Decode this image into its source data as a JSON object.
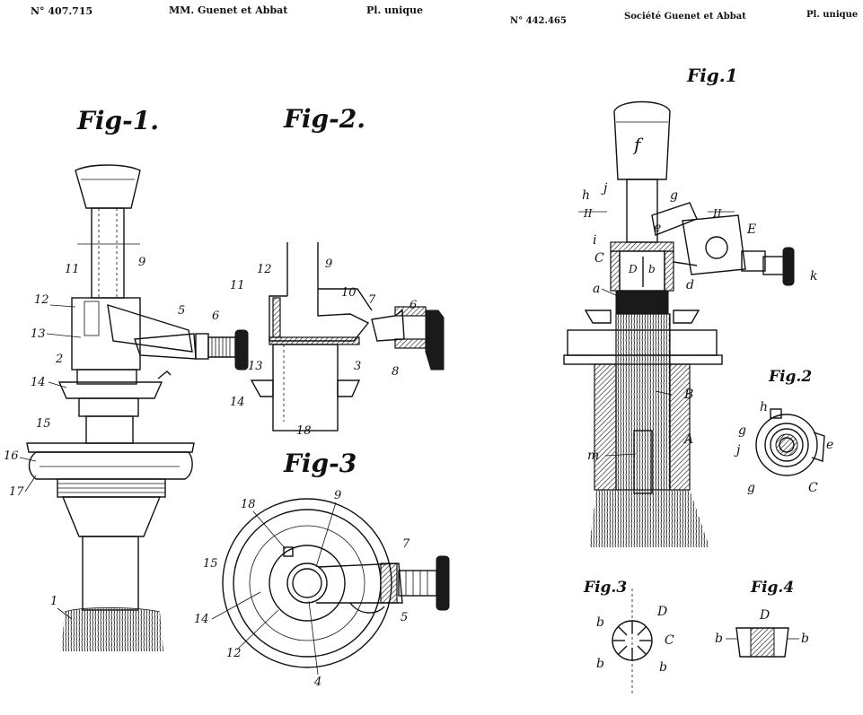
{
  "left_sheet": {
    "patent_number": "N° 407.715",
    "applicants": "MM. Guenet et Abbat",
    "plate": "Pl. unique",
    "figures": [
      {
        "label": "Fig-1."
      },
      {
        "label": "Fig-2."
      },
      {
        "label": "Fig-3"
      }
    ],
    "fig1_callouts": [
      "11",
      "9",
      "12",
      "5",
      "6",
      "13",
      "2",
      "14",
      "15",
      "16",
      "17",
      "1"
    ],
    "fig2_callouts": [
      "12",
      "9",
      "11",
      "10",
      "7",
      "6",
      "13",
      "3",
      "8",
      "14",
      "18"
    ],
    "fig3_callouts": [
      "18",
      "9",
      "15",
      "7",
      "14",
      "5",
      "12",
      "4"
    ]
  },
  "right_sheet": {
    "patent_number": "N° 442.465",
    "applicants": "Société Guenet et Abbat",
    "plate": "Pl. unique",
    "figures": [
      {
        "label": "Fig.1"
      },
      {
        "label": "Fig.2"
      },
      {
        "label": "Fig.3"
      },
      {
        "label": "Fig.4"
      }
    ],
    "fig1_callouts": [
      "f",
      "h",
      "j",
      "g",
      "II",
      "II",
      "e",
      "E",
      "i",
      "C",
      "D",
      "b",
      "d",
      "k",
      "a",
      "B",
      "A",
      "m"
    ],
    "fig2_callouts": [
      "h",
      "g",
      "j",
      "e",
      "g",
      "C"
    ],
    "fig3_callouts": [
      "b",
      "D",
      "C",
      "b",
      "b"
    ],
    "fig4_callouts": [
      "D",
      "b",
      "b"
    ]
  }
}
